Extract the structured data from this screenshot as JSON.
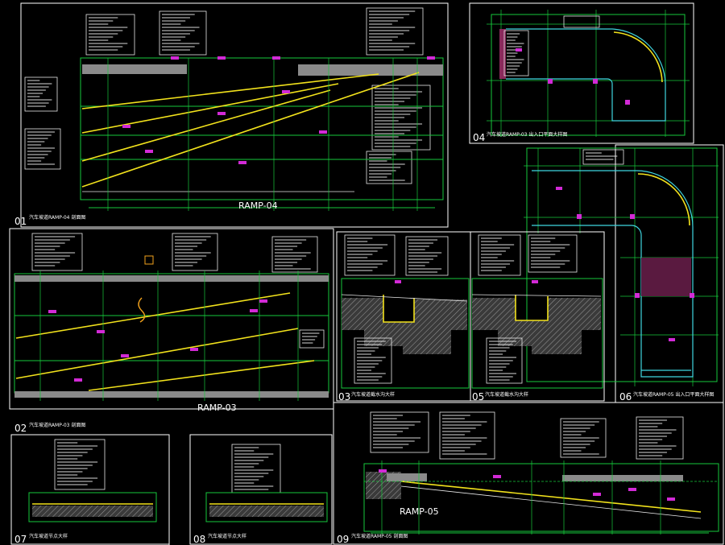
{
  "ramp_labels": {
    "ramp04": "RAMP-04",
    "ramp03": "RAMP-03",
    "ramp05": "RAMP-05"
  },
  "panels": [
    {
      "number": "01",
      "title": "汽车坡道RAMP-04 剖面图"
    },
    {
      "number": "02",
      "title": "汽车坡道RAMP-03 剖面图"
    },
    {
      "number": "03",
      "title": "汽车坡道截水沟大样"
    },
    {
      "number": "04",
      "title": "汽车坡道RAMP-03 出入口平面大样图"
    },
    {
      "number": "05",
      "title": "汽车坡道截水沟大样"
    },
    {
      "number": "06",
      "title": "汽车坡道RAMP-05 出入口平面大样图"
    },
    {
      "number": "07",
      "title": "汽车坡道节点大样"
    },
    {
      "number": "08",
      "title": "汽车坡道节点大样"
    },
    {
      "number": "09",
      "title": "汽车坡道RAMP-05 剖面图"
    }
  ],
  "colors": {
    "background": "#000000",
    "frame": "#ffffff",
    "line": "#16c93c",
    "ramp": "#f2e21c",
    "tag": "#d22ad6",
    "wall": "#3fd6e0"
  }
}
